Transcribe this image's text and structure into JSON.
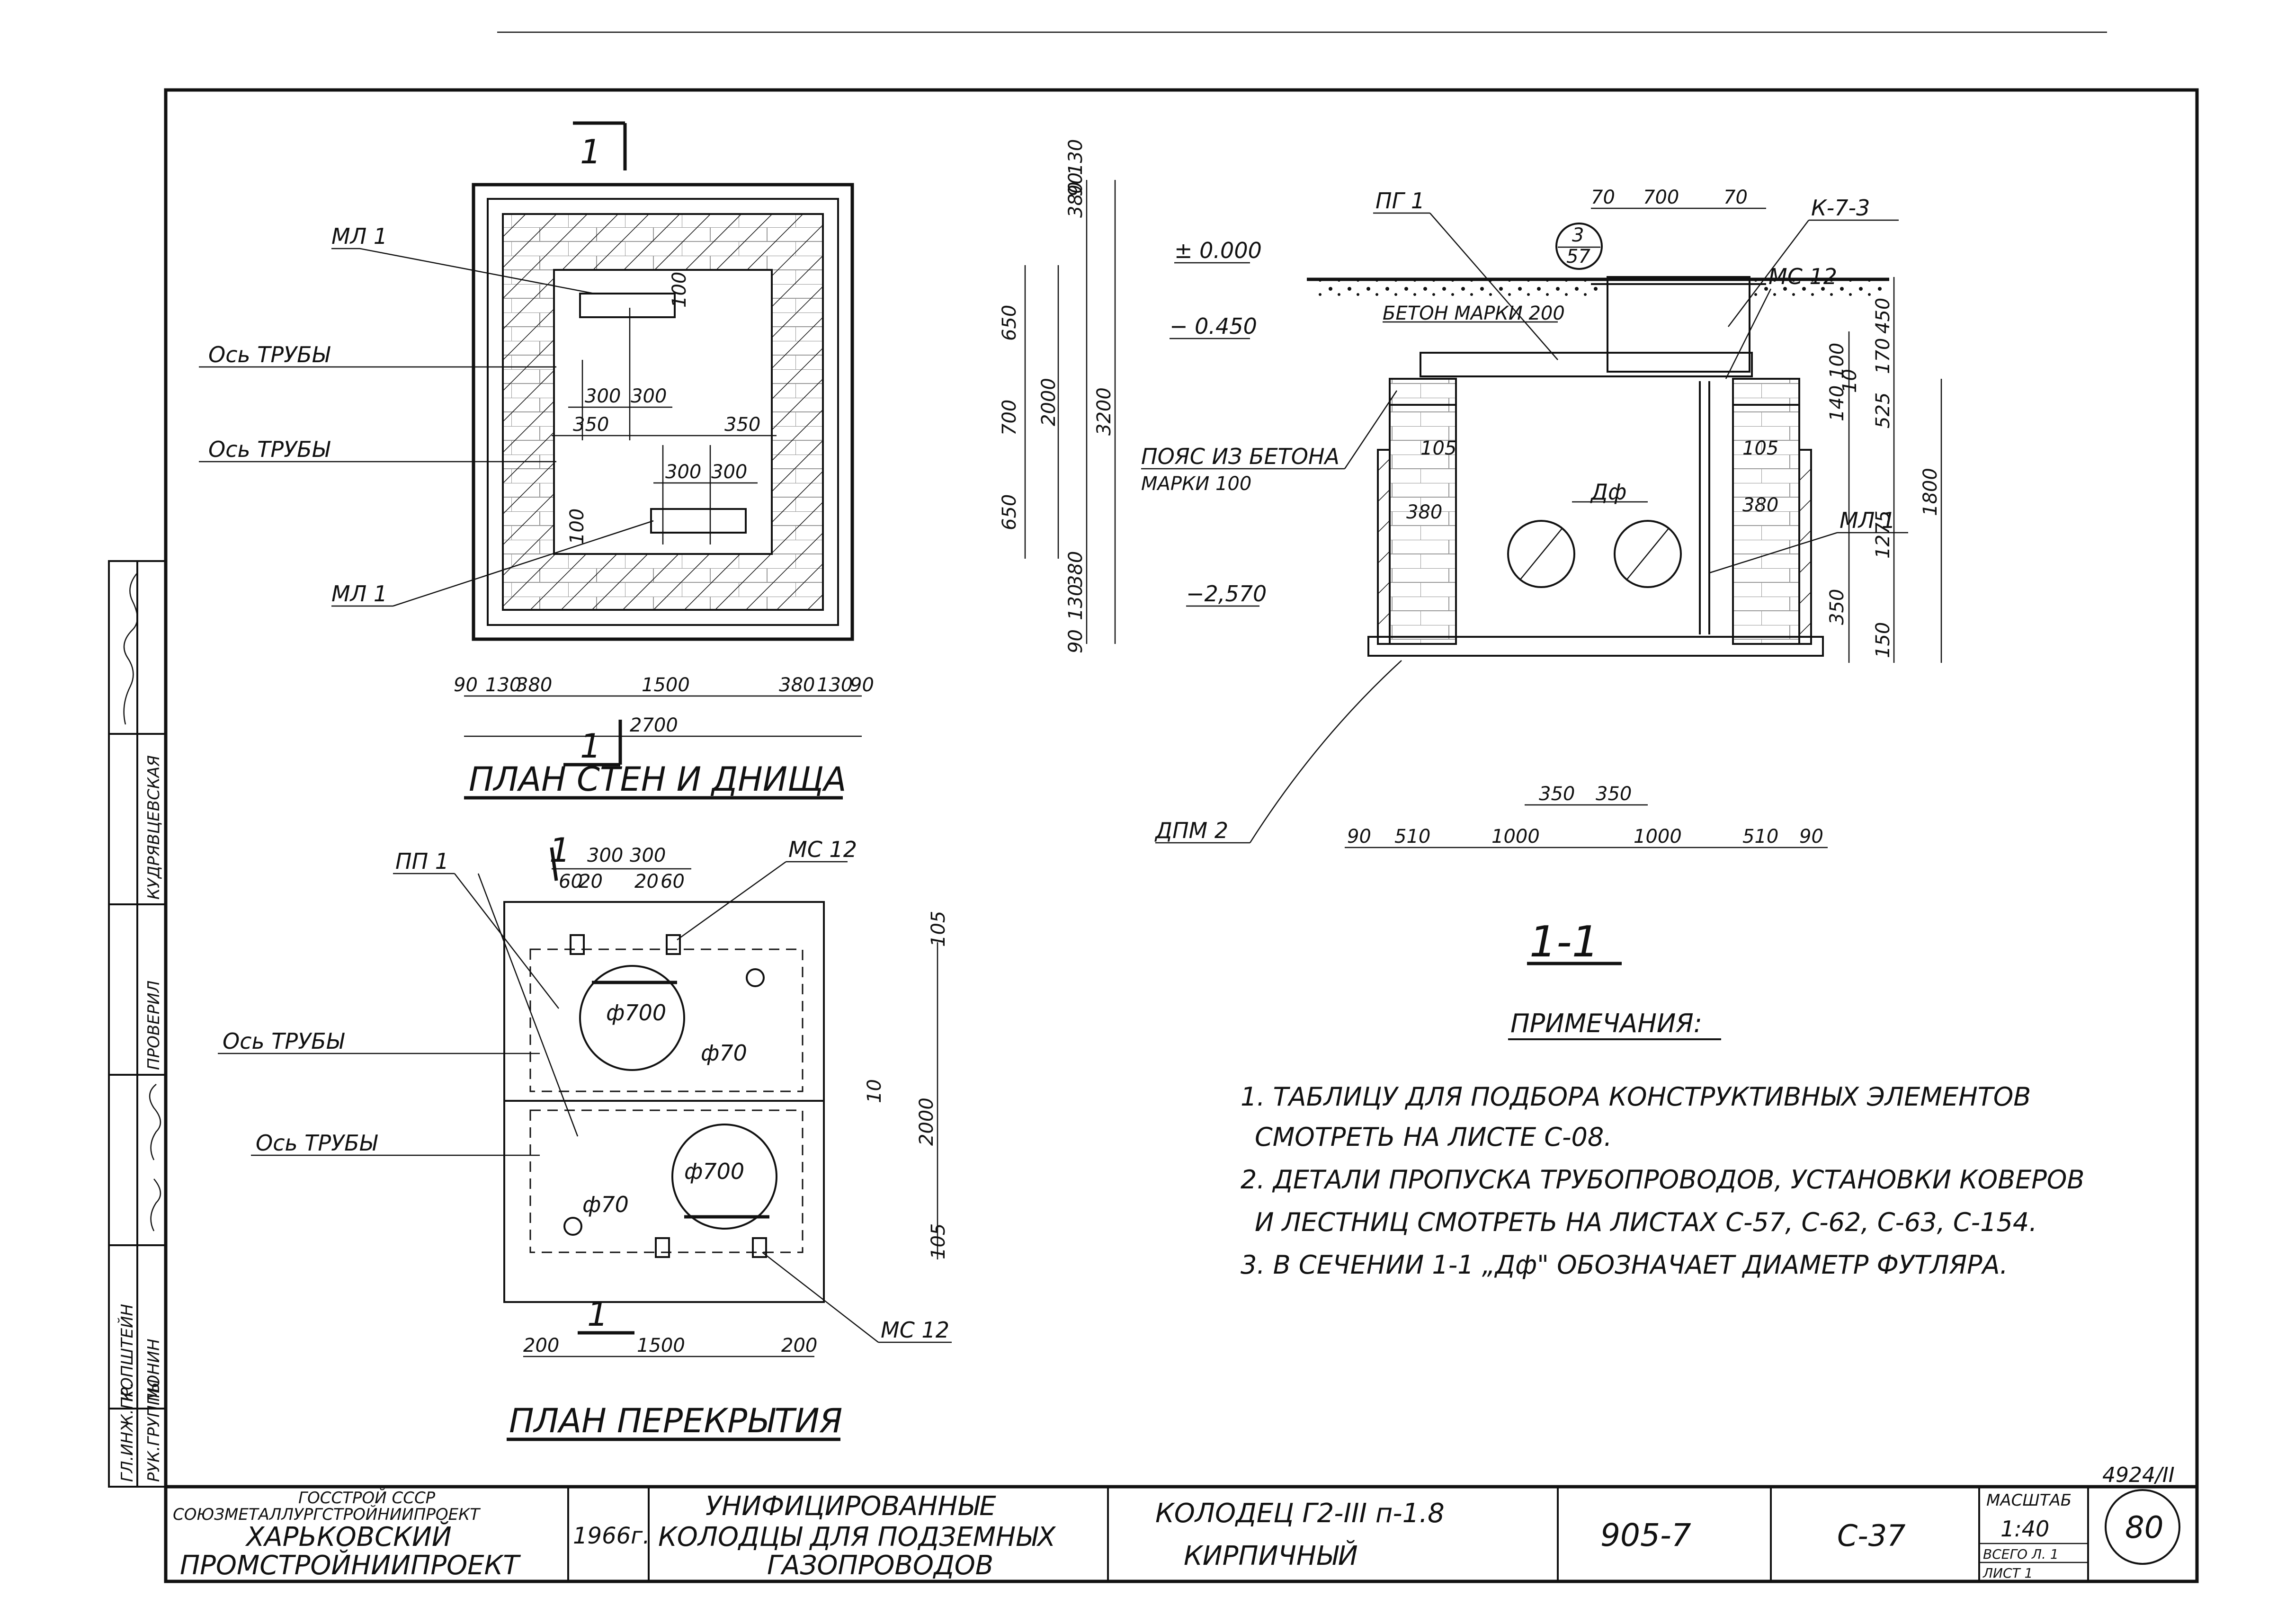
{
  "plan_walls": {
    "title": "ПЛАН СТЕН И ДНИЩА",
    "section_mark": "1",
    "labels": {
      "ml_top": "МЛ 1",
      "ml_bottom": "МЛ 1",
      "axis_1": "Ось ТРУБЫ",
      "axis_2": "Ось ТРУБЫ"
    },
    "dims_bottom": [
      "90",
      "130",
      "380",
      "1500",
      "380",
      "130",
      "90"
    ],
    "dim_total_width": "2700",
    "dims_right_outer": [
      "90",
      "130",
      "380",
      "650",
      "700",
      "650",
      "380",
      "130",
      "90"
    ],
    "dim_inner_height": "2000",
    "dim_total_height": "3200",
    "dims_inner": {
      "a": "300",
      "b": "300",
      "c": "350",
      "d": "350",
      "e": "300",
      "f": "300",
      "g": "100",
      "h": "100"
    }
  },
  "plan_cover": {
    "title": "ПЛАН ПЕРЕКРЫТИЯ",
    "section_mark": "1",
    "labels": {
      "pp": "ПП 1",
      "mc_top": "МС 12",
      "mc_bottom": "МС 12",
      "axis_1": "Ось ТРУБЫ",
      "axis_2": "Ось ТРУБЫ",
      "hole_big_1": "ф700",
      "hole_small_1": "ф70",
      "hole_big_2": "ф700",
      "hole_small_2": "ф70"
    },
    "dims_top": [
      "60",
      "20",
      "300",
      "300",
      "20",
      "60"
    ],
    "dims_right": [
      "105",
      "10",
      "2000",
      "105"
    ],
    "dims_bottom": [
      "200",
      "1500",
      "200"
    ]
  },
  "section": {
    "title": "1-1",
    "labels": {
      "pg": "ПГ 1",
      "k": "К-7-3",
      "mark_num": "3",
      "mark_den": "57",
      "elev_0": "± 0.000",
      "elev_1": "− 0.450",
      "elev_2": "−2,570",
      "concrete": "БЕТОН МАРКИ 200",
      "mc": "МС 12",
      "belt_1": "ПОЯС ИЗ БЕТОНА",
      "belt_2": "МАРКИ 100",
      "df": "Дф",
      "ml": "МЛ 1",
      "dpm": "ДПМ 2",
      "d105a": "105",
      "d105b": "105",
      "d380a": "380",
      "d380b": "380"
    },
    "dims_top": [
      "70",
      "700",
      "70"
    ],
    "dims_right_a": [
      "450",
      "170",
      "525",
      "1275",
      "150"
    ],
    "dims_right_b": [
      "100",
      "140",
      "10",
      "350"
    ],
    "dim_total_height": "1800",
    "dims_bottom": [
      "90",
      "510",
      "1000",
      "1000",
      "510",
      "90"
    ],
    "dims_center": [
      "350",
      "350"
    ]
  },
  "notes": {
    "heading": "ПРИМЕЧАНИЯ:",
    "lines": [
      "1. ТАБЛИЦУ ДЛЯ ПОДБОРА КОНСТРУКТИВНЫХ ЭЛЕМЕНТОВ",
      "СМОТРЕТЬ НА ЛИСТЕ С-08.",
      "2. ДЕТАЛИ ПРОПУСКА ТРУБОПРОВОДОВ, УСТАНОВКИ КОВЕРОВ",
      "И ЛЕСТНИЦ СМОТРЕТЬ НА ЛИСТАХ С-57, С-62, С-63, С-154.",
      "3. В СЕЧЕНИИ 1-1 „Дф\" ОБОЗНАЧАЕТ ДИАМЕТР ФУТЛЯРА."
    ]
  },
  "side_stamp": {
    "roles": [
      "ГЛ.ИНЖ.ПР.",
      "РУК.ГРУППЫ",
      "ПРОВЕРИЛ",
      "КУДРЯВЦЕВСКАЯ"
    ],
    "names": [
      "КОПШТЕЙН",
      "МОНИН"
    ]
  },
  "title_block": {
    "org": [
      "ГОССТРОЙ СССР",
      "СОЮЗМЕТАЛЛУРГСТРОЙНИИПРОЕКТ",
      "ХАРЬКОВСКИЙ",
      "ПРОМСТРОЙНИИПРОЕКТ"
    ],
    "year": "1966г.",
    "series_title": [
      "УНИФИЦИРОВАННЫЕ",
      "КОЛОДЦЫ ДЛЯ ПОДЗЕМНЫХ",
      "ГАЗОПРОВОДОВ"
    ],
    "item_title": [
      "КОЛОДЕЦ Г2-III п-1.8",
      "КИРПИЧНЫЙ"
    ],
    "series_code": "905-7",
    "sheet_code": "С-37",
    "scale_label": "МАСШТАБ",
    "scale": "1:40",
    "sheets_total": "ВСЕГО Л. 1",
    "sheet": "ЛИСТ 1",
    "page": "80",
    "ref": "4924/II"
  }
}
